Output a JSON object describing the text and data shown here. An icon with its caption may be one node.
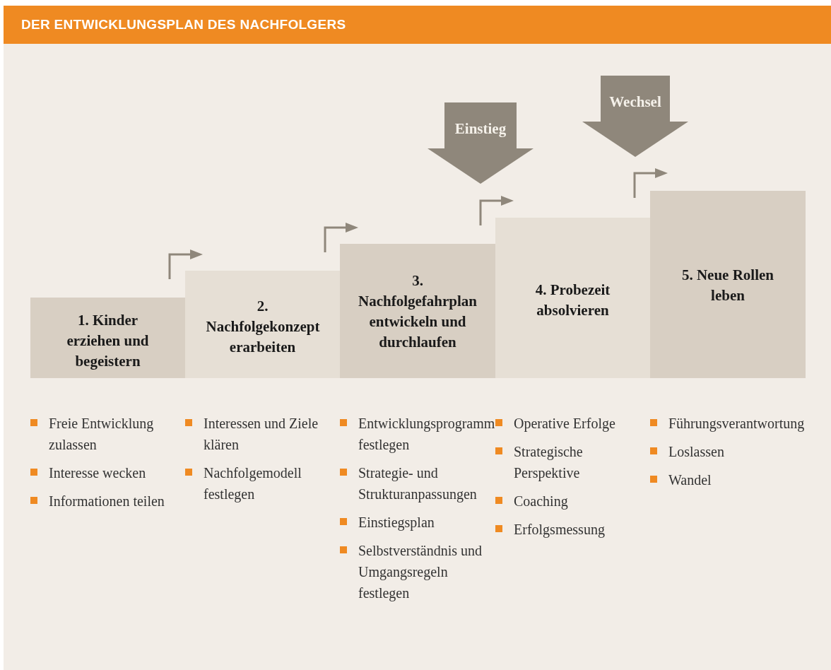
{
  "diagram": {
    "title": "DER ENTWICKLUNGSPLAN DES NACHFOLGERS",
    "nodes": [
      {
        "text": [
          "1. Kinder erziehen und begeistern"
        ],
        "beside": [
          "Freie Entwicklung zulassen",
          "Interesse wecken",
          "Informationen teilen"
        ]
      },
      {
        "text": [
          "2. Nachfolgekonzept erarbeiten"
        ],
        "beside": [
          "Interessen und Ziele klären",
          "Nachfolgemodell festlegen"
        ]
      },
      {
        "text": [
          "3. Nachfolgefahrplan entwickeln und durchlaufen"
        ],
        "beside": [
          "Entwicklungsprogramm festlegen",
          "Strategie- und Strukturanpassungen",
          "Einstiegsplan",
          "Selbstverständnis und Umgangsregeln festlegen"
        ]
      },
      {
        "text": [
          "4. Probezeit absolvieren"
        ],
        "beside": [
          "Operative Erfolge",
          "Strategische Perspektive",
          "Coaching",
          "Erfolgsmessung"
        ]
      },
      {
        "text": [
          "5. Neue Rollen leben"
        ],
        "beside": [
          "Führungsverantwortung",
          "Loslassen",
          "Wandel"
        ]
      },
      {
        "text": [
          "Einstieg"
        ]
      },
      {
        "text": [
          "Wechsel"
        ]
      }
    ]
  }
}
